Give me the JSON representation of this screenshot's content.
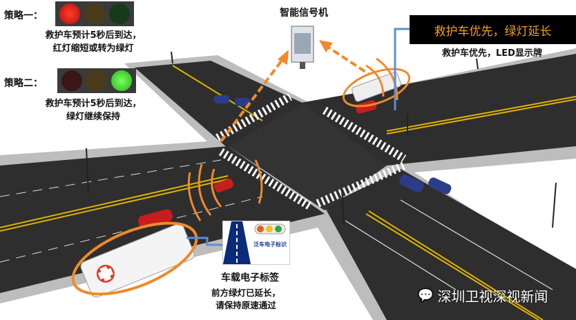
{
  "strategies": [
    {
      "label": "策略一：",
      "lines": [
        "救护车预计5秒后到达，",
        "红灯缩短或转为绿灯"
      ],
      "active_light": "red"
    },
    {
      "label": "策略二：",
      "lines": [
        "救护车预计5秒后到达，",
        "绿灯继续保持"
      ],
      "active_light": "green"
    }
  ],
  "signal_machine": {
    "label": "智能信号机"
  },
  "led_sign": {
    "display_text": "救护车优先，绿灯延长",
    "caption": "救护车优先，LED显示牌",
    "text_color": "#f0a020"
  },
  "onboard_tag": {
    "card_text": "泛车电子标识",
    "label": "车载电子标签",
    "message": [
      "前方绿灯已延长，",
      "请保持原速通过"
    ]
  },
  "watermark": {
    "text": "深圳卫视深视新闻"
  },
  "colors": {
    "road": "#2e2e2e",
    "sidewalk": "#b9b9b9",
    "wave": "#f08a2a",
    "link": "#5b8fd6"
  }
}
